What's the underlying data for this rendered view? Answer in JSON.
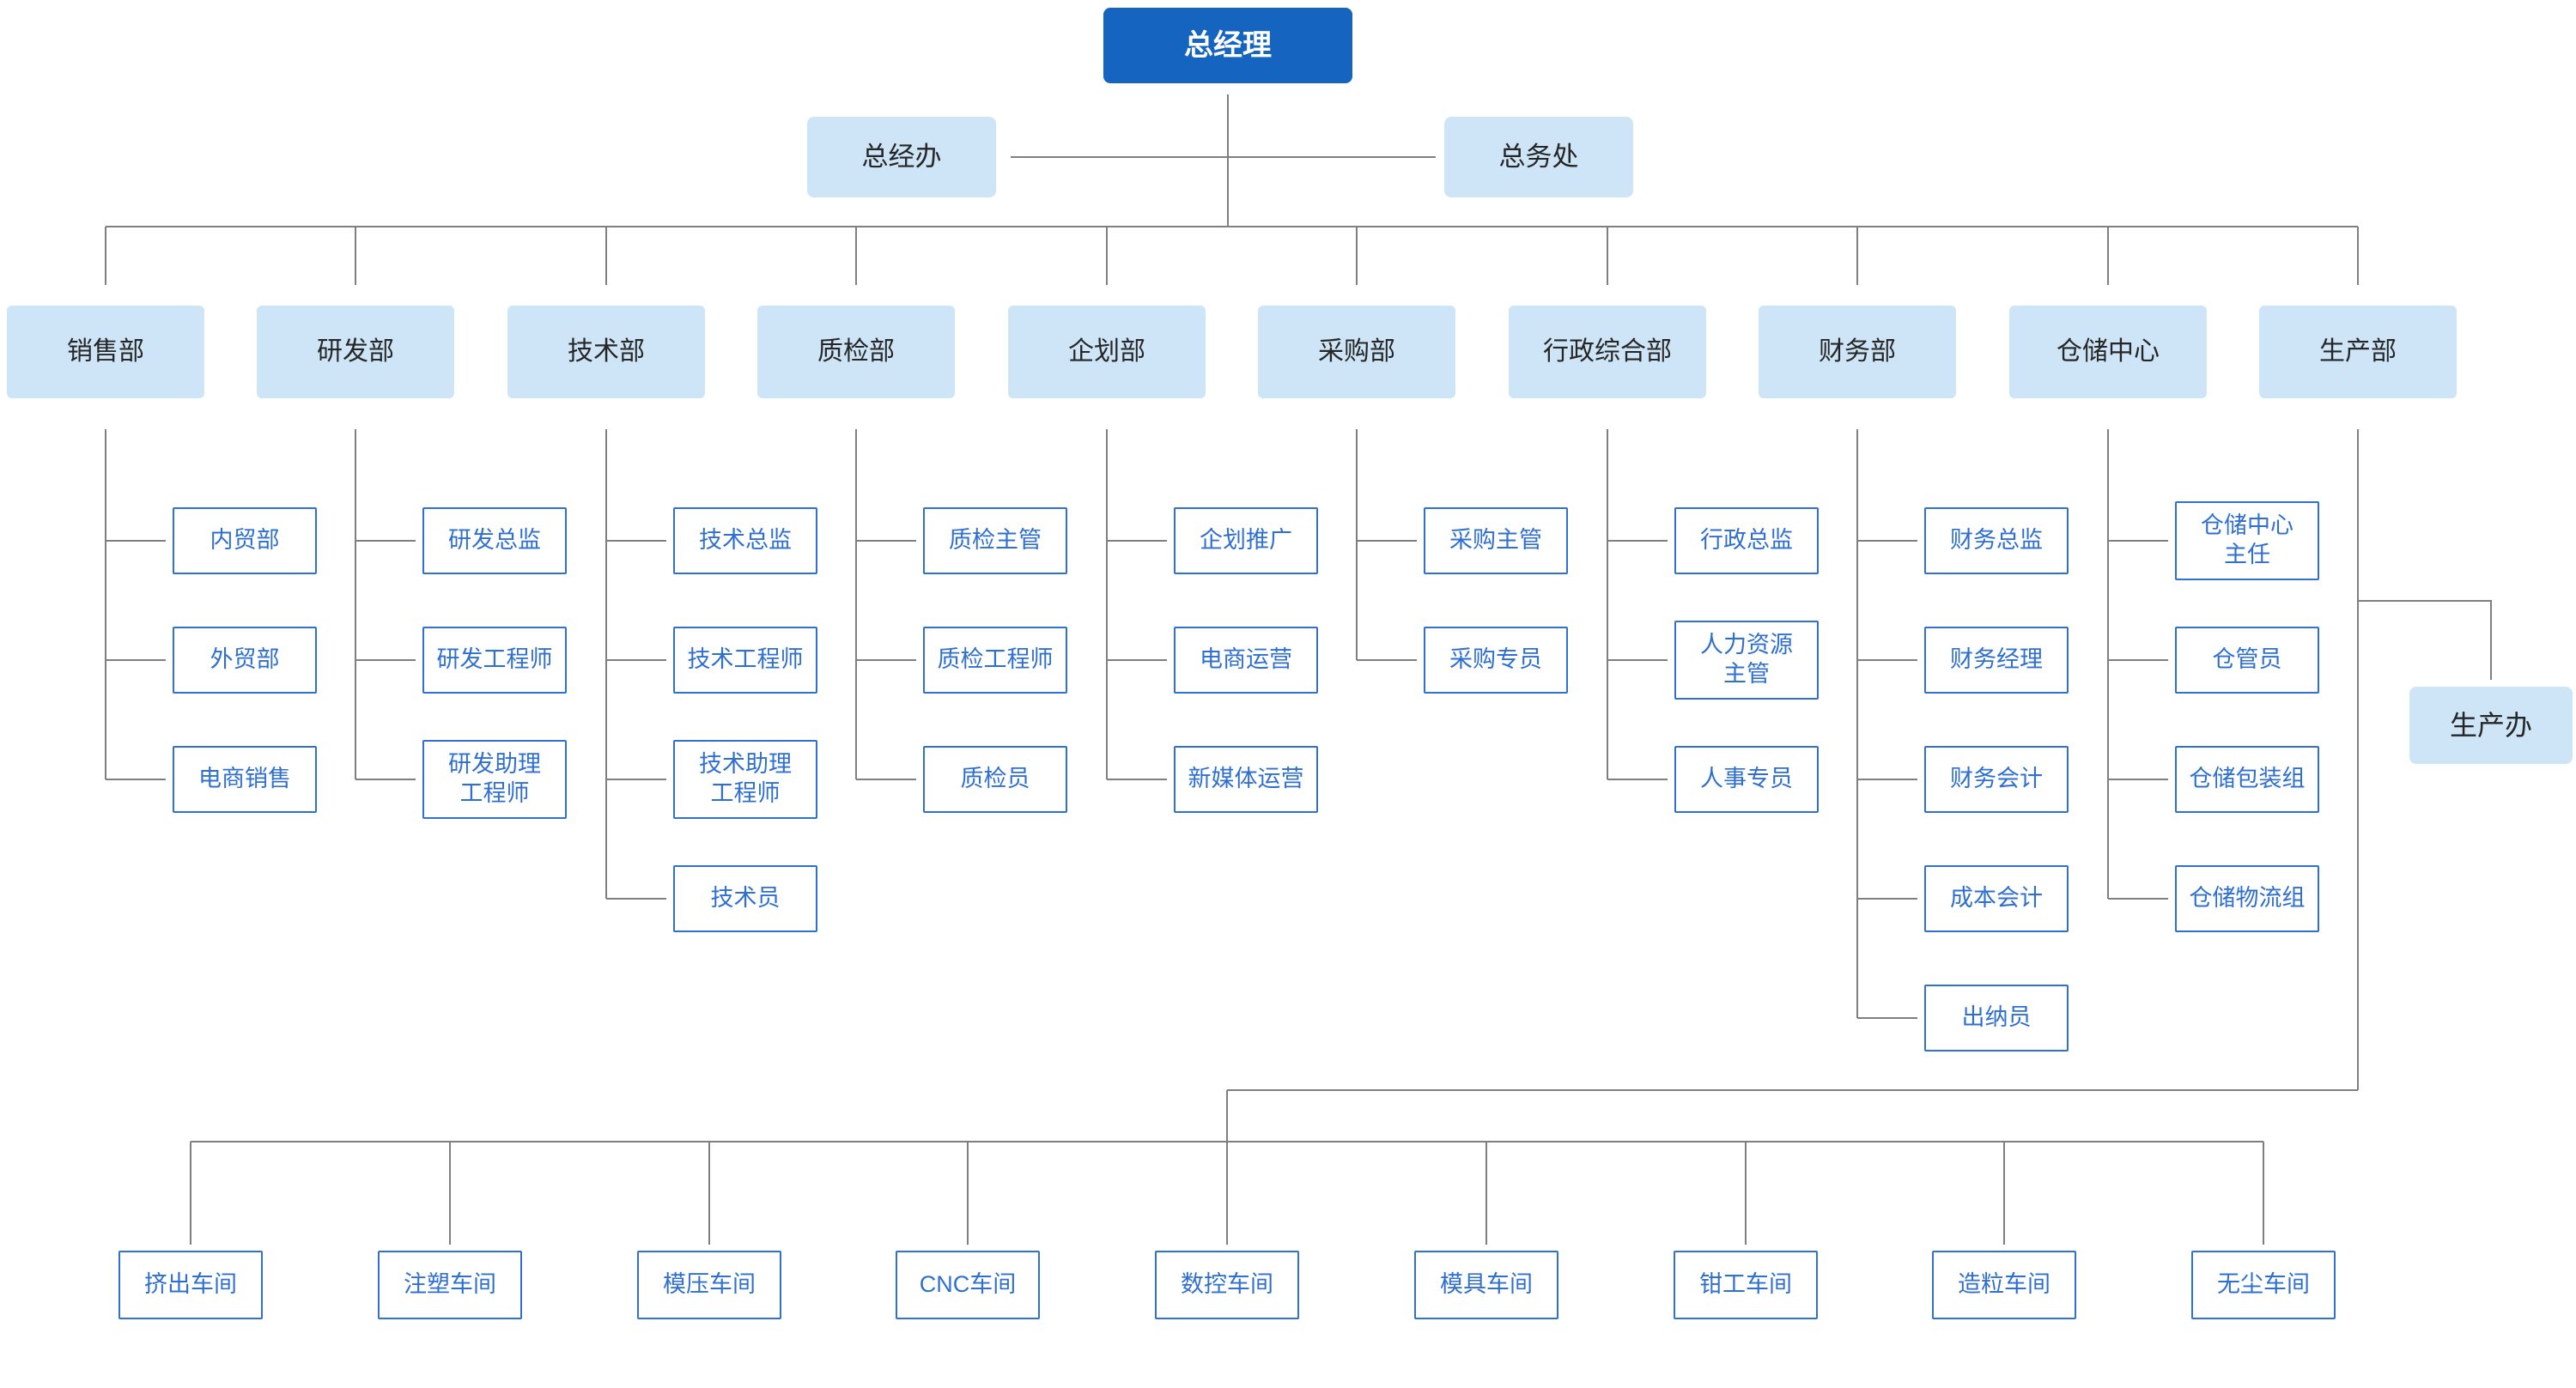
{
  "colors": {
    "background": "#ffffff",
    "root_fill": "#1565c0",
    "root_text": "#ffffff",
    "level_fill": "#cde5f7",
    "level_text": "#262626",
    "node_border": "#3070d0",
    "node_text": "#2f6fd0",
    "line": "#7f7f7f"
  },
  "org": {
    "root": {
      "label": "总经理"
    },
    "staff_offices": [
      {
        "label": "总经办"
      },
      {
        "label": "总务处"
      }
    ],
    "departments": [
      {
        "label": "销售部",
        "children": [
          {
            "label": "内贸部"
          },
          {
            "label": "外贸部"
          },
          {
            "label": "电商销售"
          }
        ]
      },
      {
        "label": "研发部",
        "children": [
          {
            "label": "研发总监"
          },
          {
            "label": "研发工程师"
          },
          {
            "label": "研发助理\n工程师"
          }
        ]
      },
      {
        "label": "技术部",
        "children": [
          {
            "label": "技术总监"
          },
          {
            "label": "技术工程师"
          },
          {
            "label": "技术助理\n工程师"
          },
          {
            "label": "技术员"
          }
        ]
      },
      {
        "label": "质检部",
        "children": [
          {
            "label": "质检主管"
          },
          {
            "label": "质检工程师"
          },
          {
            "label": "质检员"
          }
        ]
      },
      {
        "label": "企划部",
        "children": [
          {
            "label": "企划推广"
          },
          {
            "label": "电商运营"
          },
          {
            "label": "新媒体运营"
          }
        ]
      },
      {
        "label": "采购部",
        "children": [
          {
            "label": "采购主管"
          },
          {
            "label": "采购专员"
          }
        ]
      },
      {
        "label": "行政综合部",
        "children": [
          {
            "label": "行政总监"
          },
          {
            "label": "人力资源\n主管"
          },
          {
            "label": "人事专员"
          }
        ]
      },
      {
        "label": "财务部",
        "children": [
          {
            "label": "财务总监"
          },
          {
            "label": "财务经理"
          },
          {
            "label": "财务会计"
          },
          {
            "label": "成本会计"
          },
          {
            "label": "出纳员"
          }
        ]
      },
      {
        "label": "仓储中心",
        "children": [
          {
            "label": "仓储中心\n主任"
          },
          {
            "label": "仓管员"
          },
          {
            "label": "仓储包装组"
          },
          {
            "label": "仓储物流组"
          }
        ]
      },
      {
        "label": "生产部",
        "children": [],
        "office": {
          "label": "生产办"
        },
        "workshops": [
          {
            "label": "挤出车间"
          },
          {
            "label": "注塑车间"
          },
          {
            "label": "模压车间"
          },
          {
            "label": "CNC车间"
          },
          {
            "label": "数控车间"
          },
          {
            "label": "模具车间"
          },
          {
            "label": "钳工车间"
          },
          {
            "label": "造粒车间"
          },
          {
            "label": "无尘车间"
          }
        ]
      }
    ]
  }
}
